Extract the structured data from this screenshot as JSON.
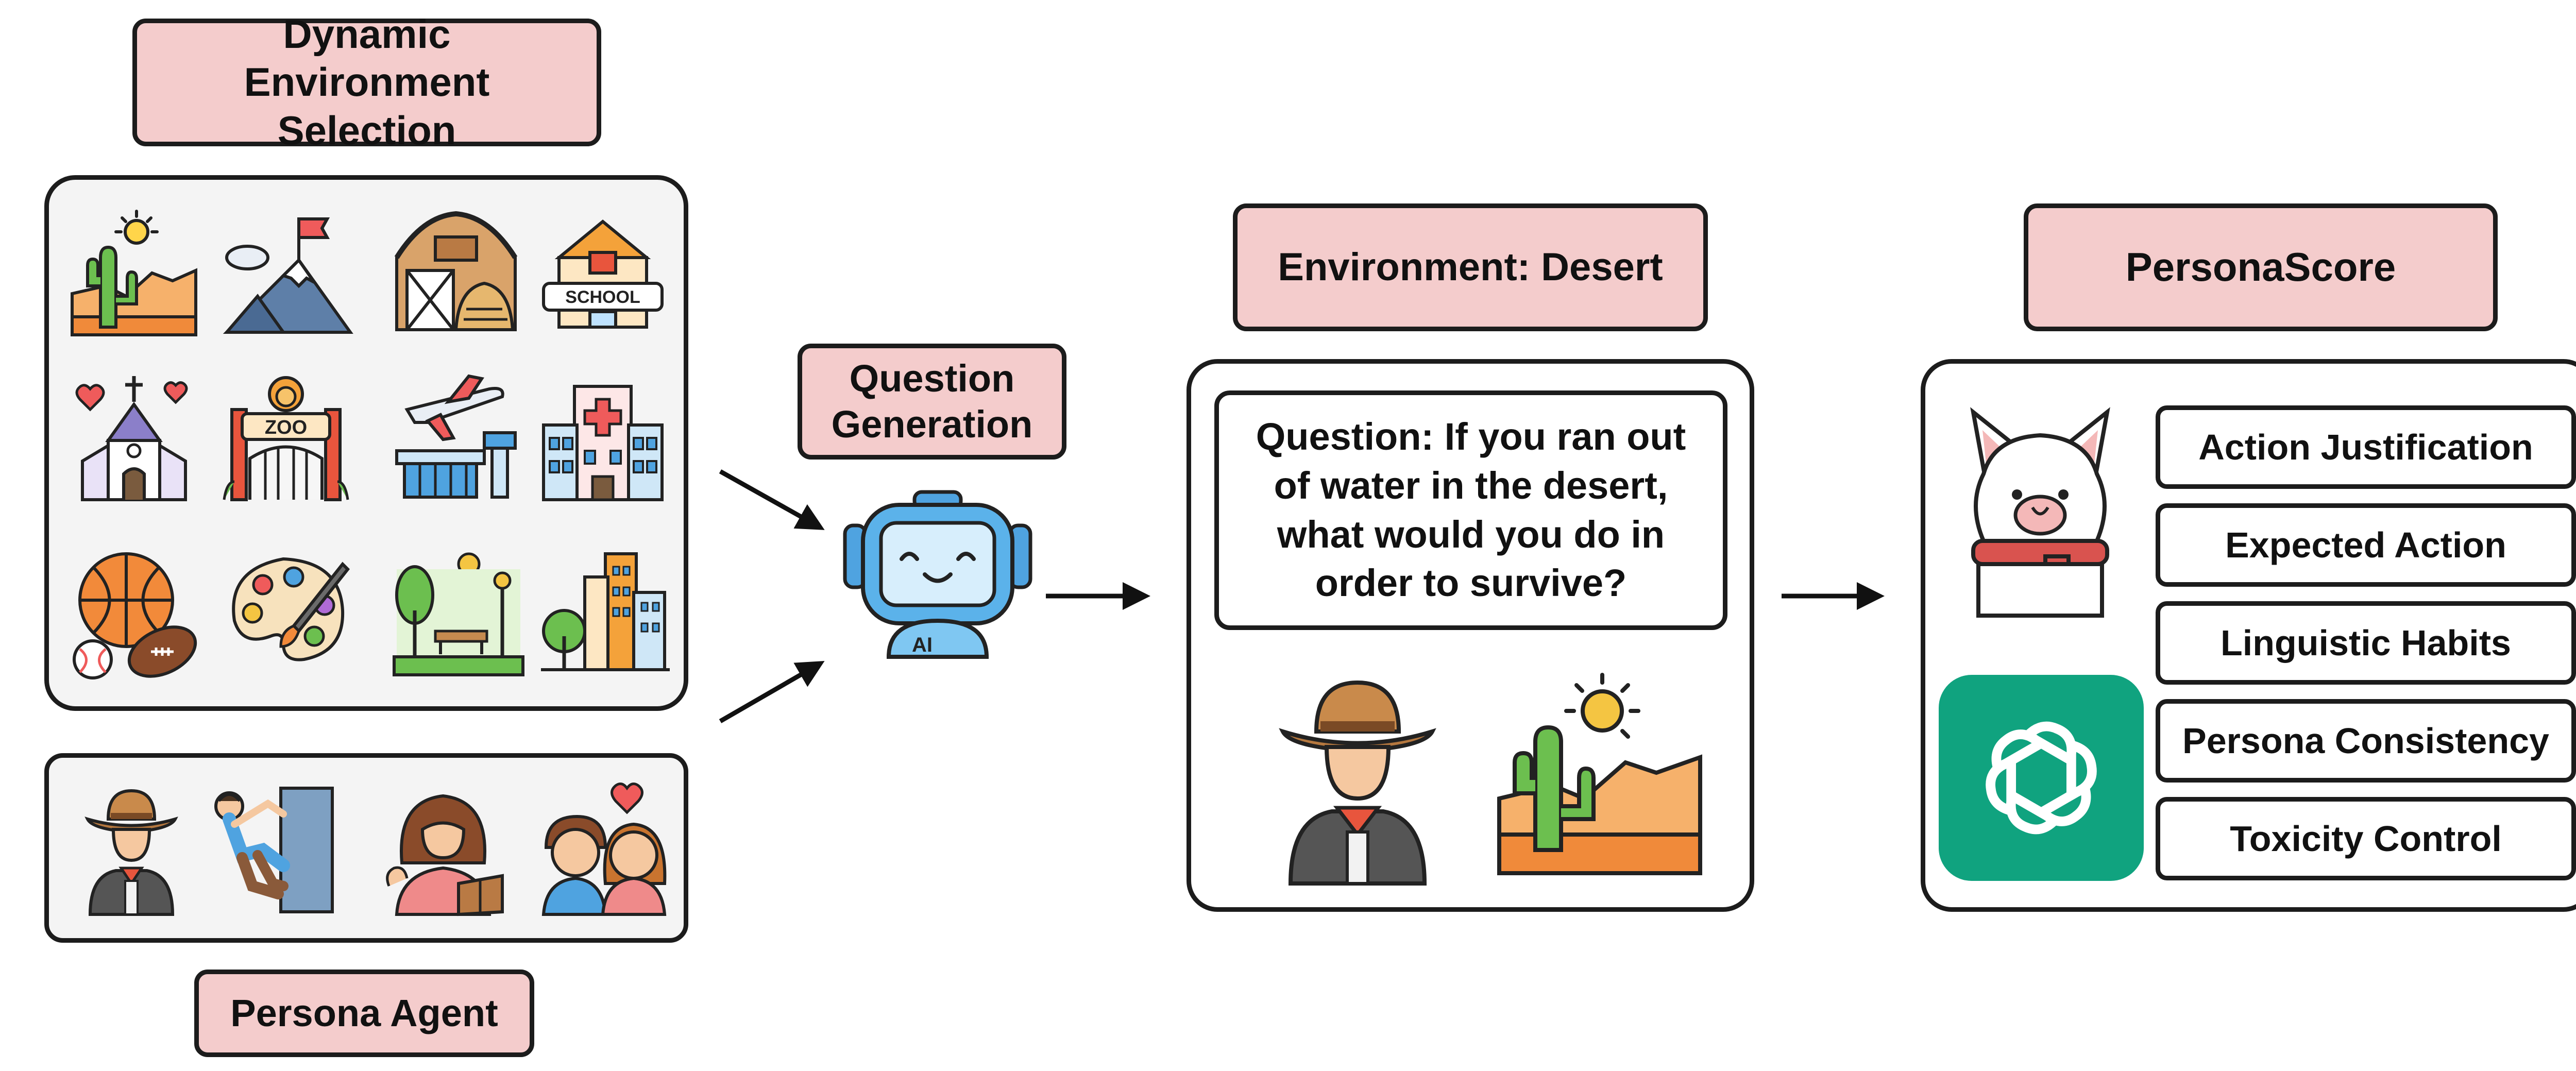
{
  "environment_panel": {
    "title": "Dynamic Environment Selection",
    "icons": [
      "desert-icon",
      "mountain-icon",
      "barn-icon",
      "school-icon",
      "church-icon",
      "zoo-icon",
      "airport-icon",
      "hospital-icon",
      "sports-balls-icon",
      "paint-palette-icon",
      "park-icon",
      "city-icon"
    ],
    "school_sign": "SCHOOL",
    "zoo_sign": "ZOO"
  },
  "persona_panel": {
    "title": "Persona Agent",
    "icons": [
      "cowboy-icon",
      "climber-icon",
      "reader-icon",
      "couple-icon"
    ]
  },
  "question_generation": {
    "title": "Question Generation",
    "robot_badge": "AI"
  },
  "environment_example": {
    "title": "Environment: Desert",
    "question": "Question: If you ran out of water in the desert, what would you do in order to survive?"
  },
  "persona_score": {
    "title": "PersonaScore",
    "metrics": [
      "Action Justification",
      "Expected Action",
      "Linguistic Habits",
      "Persona Consistency",
      "Toxicity Control"
    ],
    "logos": [
      "llama-icon",
      "openai-logo-icon"
    ]
  },
  "colors": {
    "label_fill": "#f4cccc",
    "panel_fill": "#f4f4f4",
    "openai_green": "#10a37f",
    "outline": "#1c1c1c"
  }
}
